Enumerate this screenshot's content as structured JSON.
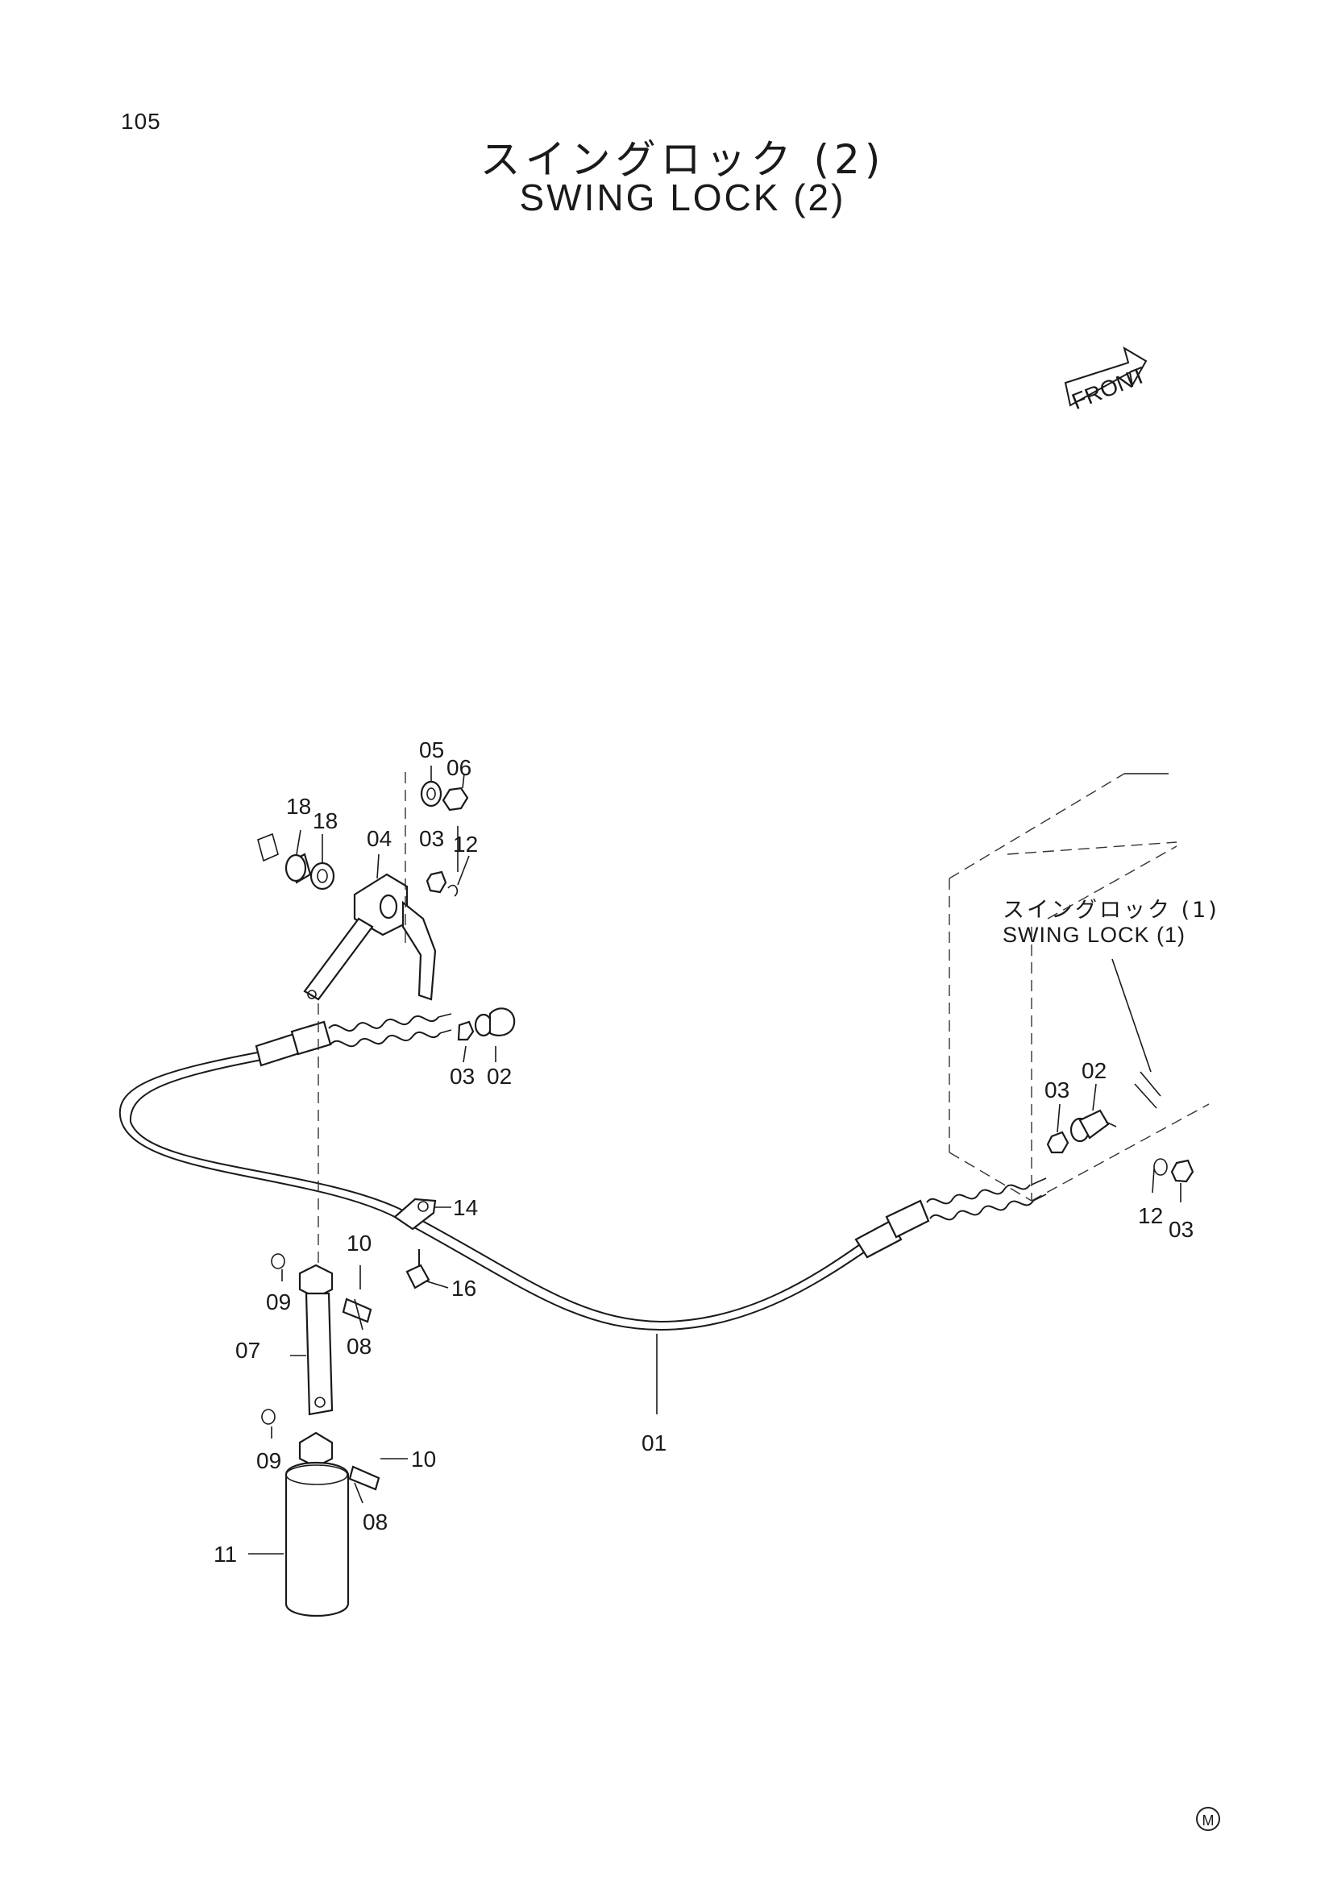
{
  "page": {
    "number": "105",
    "title_jp": "スイングロック (2)",
    "title_en": "SWING LOCK (2)",
    "corner_mark": "M"
  },
  "front_arrow": {
    "label": "FRONT"
  },
  "reference": {
    "jp": "スイングロック (1)",
    "en": "SWING LOCK (1)"
  },
  "callouts": {
    "c01": "01",
    "c02a": "02",
    "c02b": "02",
    "c03a": "03",
    "c03b": "03",
    "c03c": "03",
    "c03d": "03",
    "c04": "04",
    "c05": "05",
    "c06": "06",
    "c07": "07",
    "c08a": "08",
    "c08b": "08",
    "c09a": "09",
    "c09b": "09",
    "c10a": "10",
    "c10b": "10",
    "c11": "11",
    "c12a": "12",
    "c12b": "12",
    "c14": "14",
    "c16": "16",
    "c18a": "18",
    "c18b": "18"
  }
}
